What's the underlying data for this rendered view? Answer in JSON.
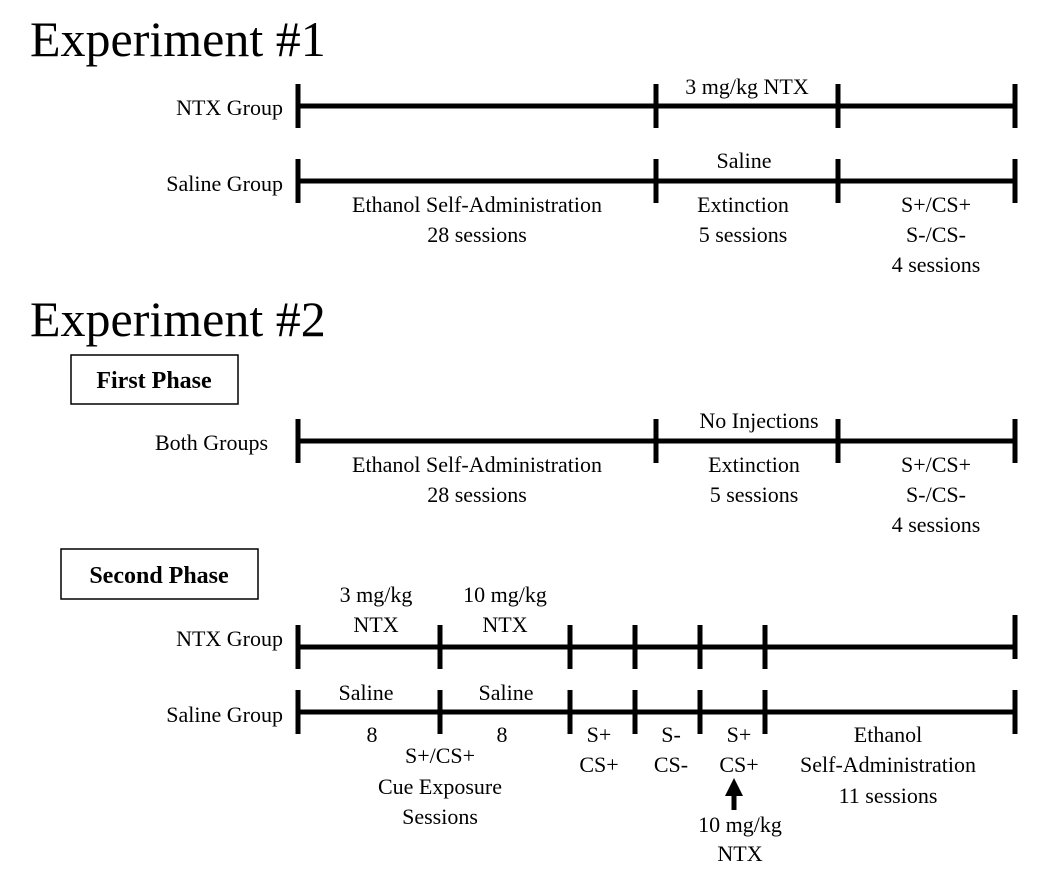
{
  "experiment1": {
    "title": "Experiment #1",
    "ntx_group_label": "NTX Group",
    "saline_group_label": "Saline Group",
    "ntx_dose_label": "3 mg/kg NTX",
    "saline_label": "Saline",
    "phases": [
      {
        "line1": "Ethanol Self-Administration",
        "line2": "28 sessions",
        "line3": ""
      },
      {
        "line1": "Extinction",
        "line2": "5 sessions",
        "line3": ""
      },
      {
        "line1": "S+/CS+",
        "line2": "S-/CS-",
        "line3": "4 sessions"
      }
    ]
  },
  "experiment2": {
    "title": "Experiment #2",
    "first_phase": {
      "box_label": "First Phase",
      "group_label": "Both Groups",
      "injection_label": "No Injections",
      "phases": [
        {
          "line1": "Ethanol Self-Administration",
          "line2": "28 sessions",
          "line3": ""
        },
        {
          "line1": "Extinction",
          "line2": "5 sessions",
          "line3": ""
        },
        {
          "line1": "S+/CS+",
          "line2": "S-/CS-",
          "line3": "4 sessions"
        }
      ]
    },
    "second_phase": {
      "box_label": "Second Phase",
      "ntx_group_label": "NTX Group",
      "saline_group_label": "Saline Group",
      "ntx_doses": [
        {
          "line1": "3 mg/kg",
          "line2": "NTX"
        },
        {
          "line1": "10 mg/kg",
          "line2": "NTX"
        }
      ],
      "saline_labels": [
        "Saline",
        "Saline"
      ],
      "session_counts": [
        "8",
        "8"
      ],
      "cue_exposure": {
        "line1": "S+/CS+",
        "line2": "Cue Exposure",
        "line3": "Sessions"
      },
      "test_segments": [
        {
          "line1": "S+",
          "line2": "CS+"
        },
        {
          "line1": "S-",
          "line2": "CS-"
        },
        {
          "line1": "S+",
          "line2": "CS+"
        }
      ],
      "arrow_dose": {
        "line1": "10 mg/kg",
        "line2": "NTX"
      },
      "final_phase": {
        "line1": "Ethanol",
        "line2": "Self-Administration",
        "line3": "11 sessions"
      }
    }
  }
}
